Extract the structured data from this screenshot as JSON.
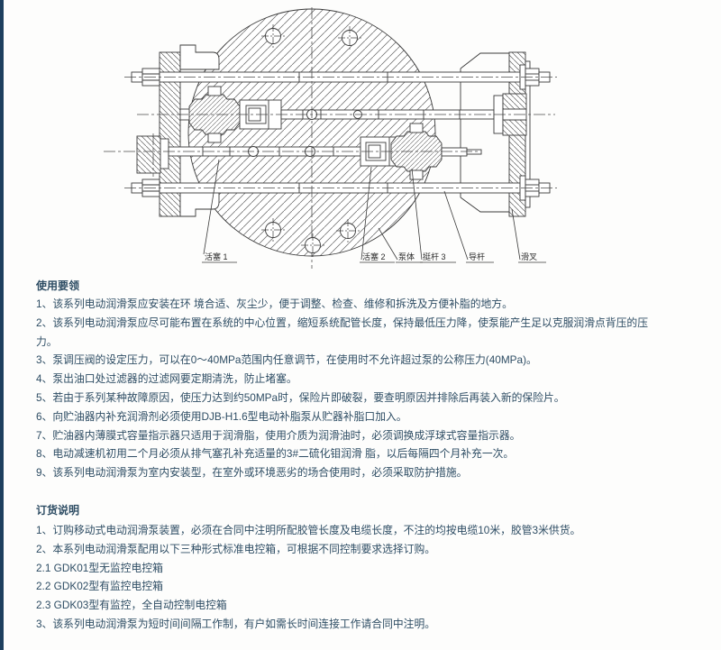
{
  "page": {
    "accent_bar_color": "#1e3f5e",
    "background_color": "#fdfdfc",
    "text_color": "#2e4d64"
  },
  "drawing": {
    "description": "pump cross-section engineering drawing",
    "labels": [
      {
        "text": "活塞 1"
      },
      {
        "text": "活塞 2"
      },
      {
        "text": "泵体"
      },
      {
        "text": "挺杆 3"
      },
      {
        "text": "导杆"
      },
      {
        "text": "滑叉"
      }
    ]
  },
  "sections": {
    "usage": {
      "heading": "使用要领",
      "lines": [
        "1、该系列电动润滑泵应安装在环 境合适、灰尘少，便于调整、检查、维修和拆洗及方便补脂的地方。",
        "2、该系列电动润滑泵应尽可能布置在系统的中心位置，缩短系统配管长度，保持最低压力降，使泵能产生足以克服润滑点背压的压",
        "力。",
        "3、泵调压阀的设定压力，可以在0～40MPa范围内任意调节，在使用时不允许超过泵的公称压力(40MPa)。",
        "4、泵出油口处过滤器的过滤网要定期清洗，防止堵塞。",
        "5、若由于系列某种故障原因，使压力达到约50MPa时，保险片即破裂，要查明原因并排除后再装入新的保险片。",
        "6、向贮油器内补充润滑剂必须使用DJB-H1.6型电动补脂泵从贮器补脂口加入。",
        "7、贮油器内薄膜式容量指示器只适用于润滑脂，使用介质为润滑油时，必须调换成浮球式容量指示器。",
        "8、电动减速机初用二个月必须从排气塞孔补充适量的3#二硫化钼润滑 脂，以后每隔四个月补充一次。",
        "9、该系列电动润滑泵为室内安装型，在室外或环境恶劣的场合使用时，必须采取防护措施。"
      ]
    },
    "ordering": {
      "heading": "订货说明",
      "lines": [
        "1、订购移动式电动润滑泵装置，必须在合同中注明所配胶管长度及电缆长度，不注的均按电缆10米，胶管3米供货。",
        "2、本系列电动润滑泵配用以下三种形式标准电控箱，可根据不同控制要求选择订购。",
        "2.1 GDK01型无监控电控箱",
        "2.2 GDK02型有监控电控箱",
        "2.3 GDK03型有监控，全自动控制电控箱",
        "3、该系列电动润滑泵为短时间间隔工作制，有户如需长时间连接工作请合同中注明。"
      ]
    }
  }
}
